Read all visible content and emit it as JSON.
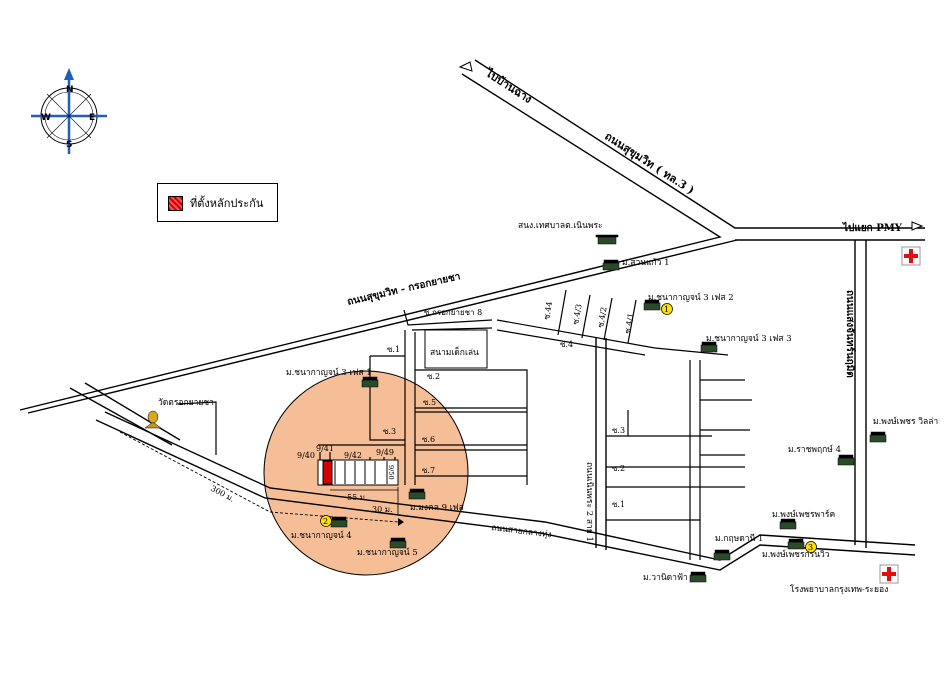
{
  "legend": {
    "label": "ที่ตั้งหลักประกัน",
    "color": "#d40000"
  },
  "compass": {
    "north": "N",
    "south": "S",
    "east": "E",
    "west": "W"
  },
  "roads": {
    "sukhumvit": "ถนนสุขุมวิท ( ทล.3 )",
    "sukhumvit_krok": "ถนนสุขุมวิท - กรอกยายชา",
    "to_ban_chang": "ไปบ้านฉาง",
    "to_pmy": "ไปแยก PMY",
    "saeng_chan": "ถนนแสงจันทร์นฤมิต",
    "sai_klang_thung": "ถนนสายกลางทุ่ง",
    "noen_phra_2": "ถนนเนินพระ 2 สาย 1"
  },
  "sois": {
    "krok_8": "ซ.กรอกยายชา 8",
    "s1": "ซ.1",
    "s2": "ซ.2",
    "s3": "ซ.3",
    "s5": "ซ.5",
    "s6": "ซ.6",
    "s7": "ซ.7",
    "s4": "ซ.4",
    "s44": "ซ.44",
    "s43": "ซ.4/3",
    "s42": "ซ.4/2",
    "s41": "ซ.4/1",
    "e3": "ซ.3",
    "e2": "ซ.2",
    "e1": "ซ.1"
  },
  "places": {
    "temple": "วัดตรอกยายชา",
    "municipality": "สนง.เทศบาลต.เนินพระ",
    "suan_kaeo": "ม.สวนแก้ว 1",
    "chanakan3_p2": "ม.ชนากาญจน์ 3 เฟส 2",
    "chanakan3_p3": "ม.ชนากาญจน์ 3 เฟส 3",
    "chanakan3_p1": "ม.ชนากาญจน์ 3 เฟส 1",
    "playground": "สนามเด็กเล่น",
    "mongkhon9": "ม.มงคล 9 เฟส",
    "chanakan4": "ม.ชนากาญจน์ 4",
    "chanakan5": "ม.ชนากาญจน์ 5",
    "phongphet_villa": "ม.พงษ์เพชร วิลล่า",
    "rachaphruk4": "ม.ราชพฤกษ์ 4",
    "phongphet_park": "ม.พงษ์เพชรพาร์ค",
    "kritsadathani": "ม.กฤษดานี 1",
    "phongphet_green": "ม.พงษ์เพชรกรีนวิว",
    "wanida": "ม.วานิดาฟ้า",
    "hospital": "โรงพยาบาลกรุงเทพ-ระยอง"
  },
  "plots": {
    "p1": "9/41",
    "p2": "9/40",
    "p3": "9/42",
    "p4": "9/49",
    "p5": "9/50"
  },
  "distances": {
    "d300": "300 ม.",
    "d55": "55 ม.",
    "d30": "30 ม."
  },
  "markers": [
    "1",
    "2",
    "3"
  ]
}
